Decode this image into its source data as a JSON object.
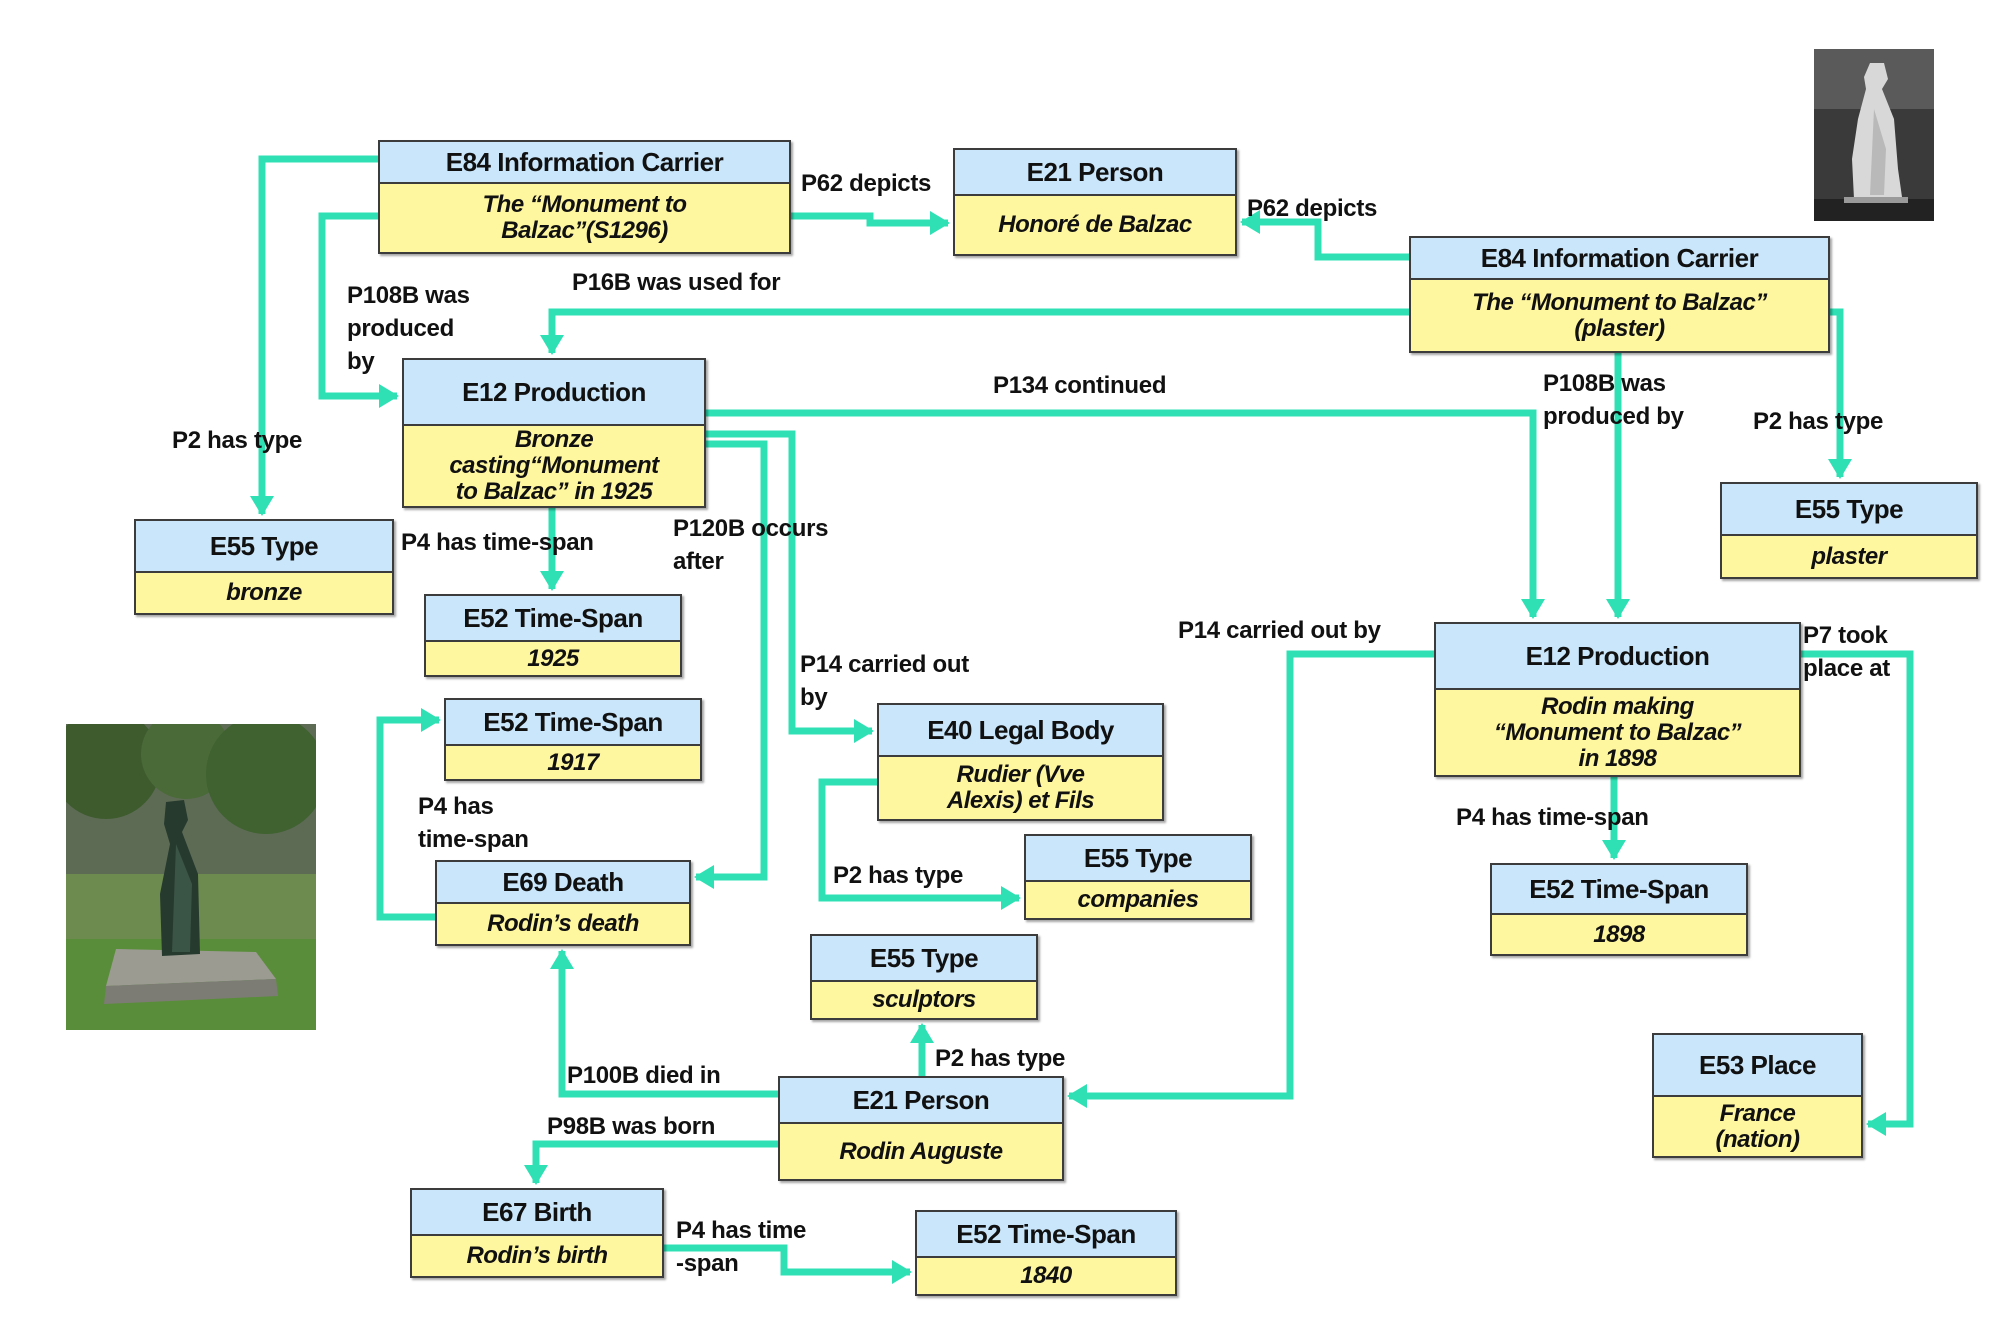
{
  "colors": {
    "connector": "#2ee0b4",
    "class_header": "#c9e6fb",
    "instance_body": "#fff7a0",
    "border": "#3c3c3c"
  },
  "nodes": {
    "carrier_s1296": {
      "class": "E84 Information Carrier",
      "instance": "The “Monument to\nBalzac”(S1296)"
    },
    "person_balzac": {
      "class": "E21 Person",
      "instance": "Honoré de Balzac"
    },
    "carrier_plaster": {
      "class": "E84 Information Carrier",
      "instance": "The “Monument to Balzac”\n(plaster)"
    },
    "production_1925": {
      "class": "E12 Production",
      "instance": "Bronze\ncasting“Monument\nto Balzac” in 1925"
    },
    "type_bronze": {
      "class": "E55 Type",
      "instance": "bronze"
    },
    "type_plaster": {
      "class": "E55 Type",
      "instance": "plaster"
    },
    "timespan_1925": {
      "class": "E52 Time-Span",
      "instance": "1925"
    },
    "timespan_1917": {
      "class": "E52 Time-Span",
      "instance": "1917"
    },
    "legal_rudier": {
      "class": "E40 Legal Body",
      "instance": "Rudier (Vve\nAlexis) et Fils"
    },
    "production_1898": {
      "class": "E12 Production",
      "instance": "Rodin making\n“Monument to Balzac”\nin 1898"
    },
    "death": {
      "class": "E69 Death",
      "instance": "Rodin’s death"
    },
    "type_companies": {
      "class": "E55 Type",
      "instance": "companies"
    },
    "type_sculptors": {
      "class": "E55 Type",
      "instance": "sculptors"
    },
    "timespan_1898": {
      "class": "E52 Time-Span",
      "instance": "1898"
    },
    "place_france": {
      "class": "E53 Place",
      "instance": "France\n(nation)"
    },
    "person_rodin": {
      "class": "E21 Person",
      "instance": "Rodin Auguste"
    },
    "birth": {
      "class": "E67 Birth",
      "instance": "Rodin’s birth"
    },
    "timespan_1840": {
      "class": "E52 Time-Span",
      "instance": "1840"
    }
  },
  "edges": {
    "p62_depicts_1": "P62 depicts",
    "p62_depicts_2": "P62 depicts",
    "p16b_was_used_for": "P16B  was used for",
    "p108b_was_produced_by_1": "P108B  was\nproduced\nby",
    "p2_has_type_bronze": "P2 has type",
    "p134_continued": "P134 continued",
    "p108b_was_produced_by_2": "P108B  was\nproduced by",
    "p2_has_type_plaster": "P2 has type",
    "p4_has_time_span_1925": "P4 has time-span",
    "p120b_occurs_after": "P120B occurs\n   after",
    "p14_carried_out_by_1": "P14 carried out\nby",
    "p14_carried_out_by_2": "P14 carried out by",
    "p7_took_place_at": "P7 took\n place at",
    "p4_has_time_span_1917": "P4 has\ntime-span",
    "p2_has_type_companies": "P2 has type",
    "p4_has_time_span_1898": "P4 has time-span",
    "p2_has_type_sculptors": "P2 has type",
    "p100b_died_in": "P100B died in",
    "p98b_was_born": "P98B was born",
    "p4_has_time_span_1840": "P4 has time\n-span"
  },
  "images": {
    "plaster_photo": "plaster statue photo",
    "bronze_photo": "bronze statue in garden photo"
  }
}
